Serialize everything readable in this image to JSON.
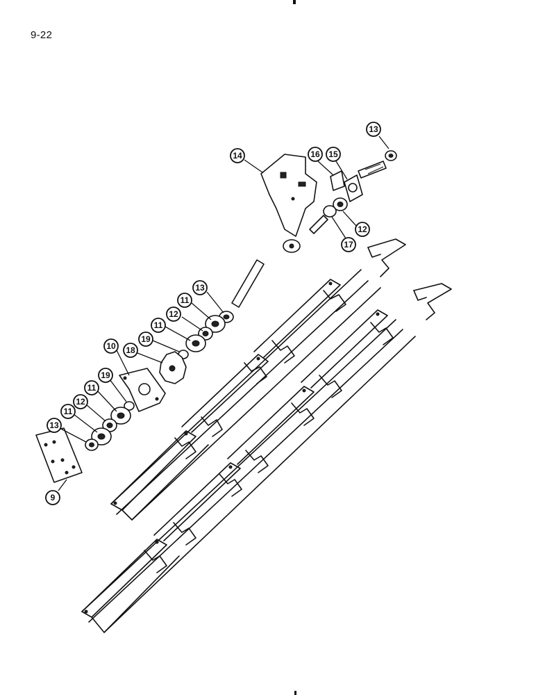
{
  "page": {
    "number": "9-22"
  },
  "callouts": [
    {
      "id": "c13a",
      "label": "13"
    },
    {
      "id": "c14",
      "label": "14"
    },
    {
      "id": "c16",
      "label": "16"
    },
    {
      "id": "c15",
      "label": "15"
    },
    {
      "id": "c12a",
      "label": "12"
    },
    {
      "id": "c17",
      "label": "17"
    },
    {
      "id": "c13b",
      "label": "13"
    },
    {
      "id": "c11a",
      "label": "11"
    },
    {
      "id": "c12b",
      "label": "12"
    },
    {
      "id": "c11b",
      "label": "11"
    },
    {
      "id": "c19a",
      "label": "19"
    },
    {
      "id": "c10",
      "label": "10"
    },
    {
      "id": "c18",
      "label": "18"
    },
    {
      "id": "c19b",
      "label": "19"
    },
    {
      "id": "c11c",
      "label": "11"
    },
    {
      "id": "c12c",
      "label": "12"
    },
    {
      "id": "c11d",
      "label": "11"
    },
    {
      "id": "c13c",
      "label": "13"
    },
    {
      "id": "c9",
      "label": "9"
    }
  ]
}
